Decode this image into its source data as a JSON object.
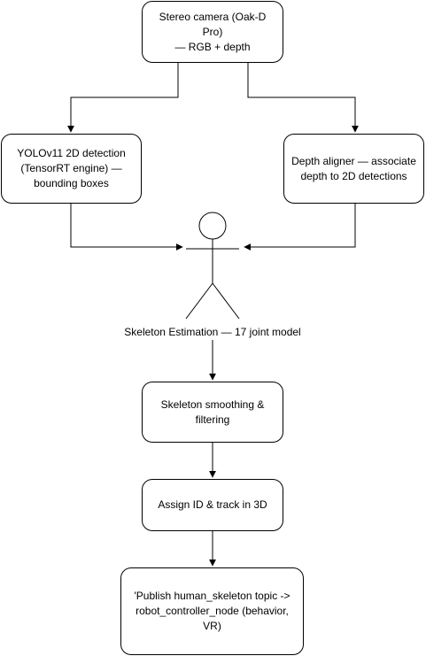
{
  "nodes": {
    "camera": "Stereo camera (Oak-D Pro)\n— RGB + depth",
    "yolo": "YOLOv11 2D detection\n(TensorRT engine) —\nbounding boxes",
    "depth": "Depth aligner — associate\ndepth to 2D detections",
    "skeleton": "Skeleton Estimation — 17 joint model",
    "smooth": "Skeleton smoothing &\nfiltering",
    "assign": "Assign ID & track in 3D",
    "publish": "'Publish human_skeleton topic ->\nrobot_controller_node (behavior, VR)"
  },
  "colors": {
    "stroke": "#000000",
    "fill": "#ffffff"
  }
}
